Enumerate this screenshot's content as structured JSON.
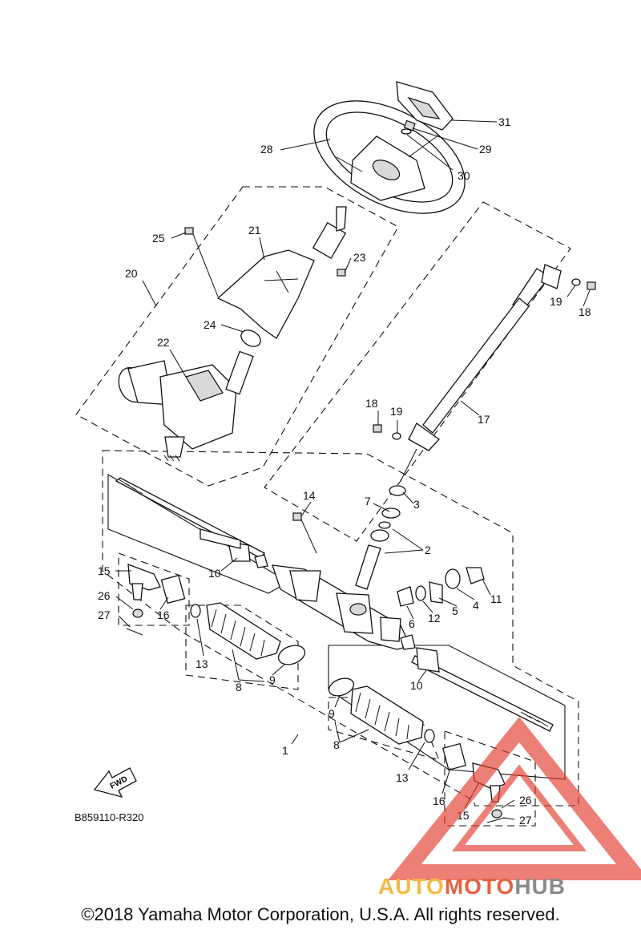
{
  "diagram": {
    "callouts": [
      {
        "id": "c31",
        "text": "31"
      },
      {
        "id": "c29",
        "text": "29"
      },
      {
        "id": "c30",
        "text": "30"
      },
      {
        "id": "c28",
        "text": "28"
      },
      {
        "id": "c25",
        "text": "25"
      },
      {
        "id": "c21",
        "text": "21"
      },
      {
        "id": "c23",
        "text": "23"
      },
      {
        "id": "c20",
        "text": "20"
      },
      {
        "id": "c24",
        "text": "24"
      },
      {
        "id": "c22",
        "text": "22"
      },
      {
        "id": "c19a",
        "text": "19"
      },
      {
        "id": "c18a",
        "text": "18"
      },
      {
        "id": "c17",
        "text": "17"
      },
      {
        "id": "c18b",
        "text": "18"
      },
      {
        "id": "c19b",
        "text": "19"
      },
      {
        "id": "c14",
        "text": "14"
      },
      {
        "id": "c7",
        "text": "7"
      },
      {
        "id": "c3",
        "text": "3"
      },
      {
        "id": "c2",
        "text": "2"
      },
      {
        "id": "c10a",
        "text": "10"
      },
      {
        "id": "c15a",
        "text": "15"
      },
      {
        "id": "c26a",
        "text": "26"
      },
      {
        "id": "c16a",
        "text": "16"
      },
      {
        "id": "c27a",
        "text": "27"
      },
      {
        "id": "c11",
        "text": "11"
      },
      {
        "id": "c4",
        "text": "4"
      },
      {
        "id": "c5",
        "text": "5"
      },
      {
        "id": "c12",
        "text": "12"
      },
      {
        "id": "c6",
        "text": "6"
      },
      {
        "id": "c13a",
        "text": "13"
      },
      {
        "id": "c8a",
        "text": "8"
      },
      {
        "id": "c9a",
        "text": "9"
      },
      {
        "id": "c10b",
        "text": "10"
      },
      {
        "id": "c9b",
        "text": "9"
      },
      {
        "id": "c8b",
        "text": "8"
      },
      {
        "id": "c1",
        "text": "1"
      },
      {
        "id": "c13b",
        "text": "13"
      },
      {
        "id": "c16b",
        "text": "16"
      },
      {
        "id": "c15b",
        "text": "15"
      },
      {
        "id": "c26b",
        "text": "26"
      },
      {
        "id": "c27b",
        "text": "27"
      }
    ],
    "diagram_code": "B859110-R320",
    "fwd_label": "FWD"
  },
  "watermark": {
    "brand_parts": [
      "AUTO",
      "MOTO",
      "HUB"
    ],
    "colors": {
      "auto": "#f5b942",
      "moto": "#e8613f",
      "hub": "#8a8a8a",
      "triangle": "#e33b2e"
    }
  },
  "footer": {
    "copyright": "©2018 Yamaha Motor Corporation, U.S.A. All rights reserved."
  }
}
